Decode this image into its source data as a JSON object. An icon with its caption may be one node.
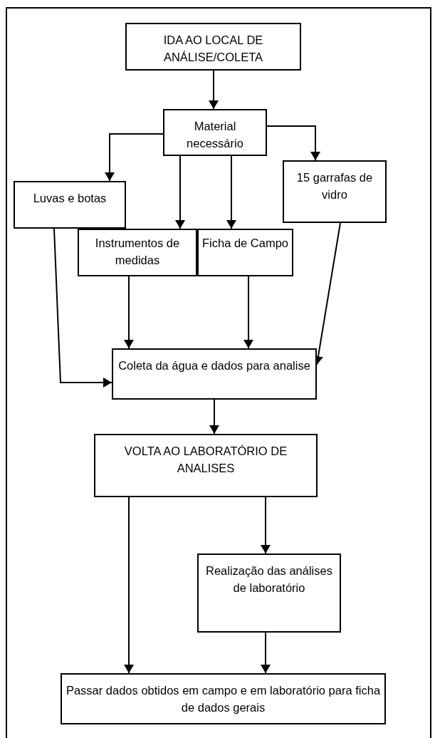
{
  "diagram": {
    "nodes": [
      {
        "text": [
          "IDA AO LOCAL DE ANÁLISE/COLETA"
        ]
      },
      {
        "text": [
          "Material necessário"
        ]
      },
      {
        "text": [
          "Luvas e botas"
        ]
      },
      {
        "text": [
          "15 garrafas de vidro"
        ]
      },
      {
        "text": [
          "Instrumentos de medidas"
        ]
      },
      {
        "text": [
          "Ficha de Campo"
        ]
      },
      {
        "text": [
          "Coleta da água e dados para analise"
        ]
      },
      {
        "text": [
          "VOLTA AO LABORATÓRIO DE ANALISES"
        ]
      },
      {
        "text": [
          "Realização das análises de laboratório"
        ]
      },
      {
        "text": [
          "Passar dados obtidos em campo e em laboratório para ficha de dados gerais"
        ]
      }
    ],
    "edges": [
      {
        "from": 0,
        "to": 1,
        "arrow": "to"
      },
      {
        "from": 1,
        "to": 2,
        "arrow": "to"
      },
      {
        "from": 1,
        "to": 3,
        "arrow": "to"
      },
      {
        "from": 1,
        "to": 4,
        "arrow": "to"
      },
      {
        "from": 1,
        "to": 5,
        "arrow": "to"
      },
      {
        "from": 2,
        "to": 6,
        "arrow": "to"
      },
      {
        "from": 3,
        "to": 6,
        "arrow": "to"
      },
      {
        "from": 4,
        "to": 6,
        "arrow": "to"
      },
      {
        "from": 5,
        "to": 6,
        "arrow": "to"
      },
      {
        "from": 6,
        "to": 7,
        "arrow": "to"
      },
      {
        "from": 7,
        "to": 9,
        "arrow": "to"
      },
      {
        "from": 7,
        "to": 8,
        "arrow": "to"
      },
      {
        "from": 8,
        "to": 9,
        "arrow": "to"
      }
    ]
  }
}
